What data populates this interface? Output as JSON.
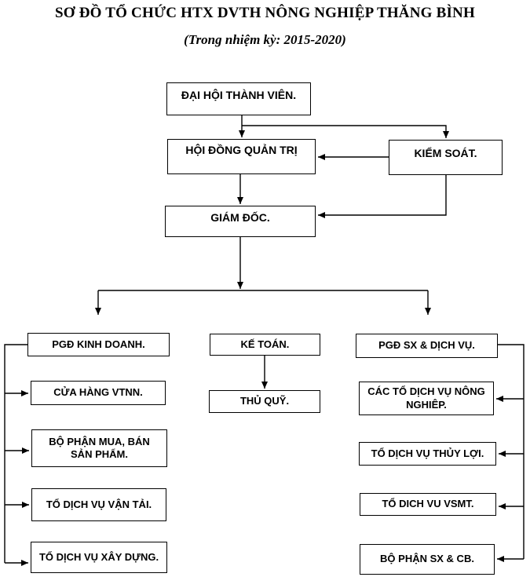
{
  "header": {
    "title": "SƠ ĐỒ TỔ CHỨC HTX DVTH NÔNG NGHIỆP THĂNG BÌNH",
    "subtitle": "(Trong nhiệm kỳ: 2015-2020)"
  },
  "colors": {
    "background": "#ffffff",
    "line": "#000000",
    "box_border": "#000000",
    "text": "#000000"
  },
  "org_chart": {
    "nodes": {
      "dai_hoi": "ĐẠI HỘI THÀNH VIÊN.",
      "hoi_dong": "HỘI ĐỒNG QUẢN TRỊ",
      "kiem_soat": "KIỂM SOÁT.",
      "giam_doc": "GIÁM ĐỐC.",
      "pgd_kinh_doanh": "PGĐ KINH DOANH.",
      "ke_toan": "KẾ TOÁN.",
      "pgd_sx_dich_vu": "PGĐ SX & DỊCH VỤ.",
      "cua_hang_vtnn": "CỬA HÀNG VTNN.",
      "bo_phan_mua_ban": "BỘ PHẬN MUA, BÁN SẢN PHẨM.",
      "to_dich_vu_van_tai": "TỔ DỊCH VỤ VẬN TẢI.",
      "to_dich_vu_xay_dung": "TỔ DỊCH VỤ XÂY DỰNG.",
      "thu_quy": "THỦ QUỸ.",
      "cac_to_nong_nghiep": "CÁC TỔ DỊCH VỤ NÔNG NGHIÊP.",
      "to_thuy_loi": "TỔ DỊCH VỤ THỦY LỢI.",
      "to_vsmt": "TỔ DICH VU VSMT.",
      "bo_phan_sx_cb": "BỘ PHẬN SX & CB."
    }
  }
}
